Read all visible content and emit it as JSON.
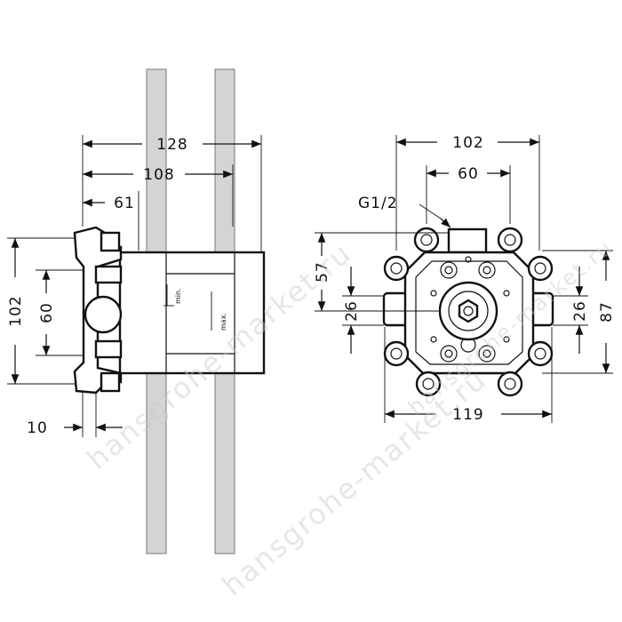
{
  "side_view": {
    "dim_overall_width": "128",
    "dim_mid_width": "108",
    "dim_body_width": "61",
    "dim_height": "102",
    "dim_inner_height": "60",
    "dim_flange": "10",
    "label_min": "min.",
    "label_max": "max."
  },
  "front_view": {
    "dim_width_top": "102",
    "dim_spacing_top": "60",
    "dim_offset_left": "57",
    "dim_outlet_left": "26",
    "dim_outlet_right": "26",
    "dim_height_right": "87",
    "dim_width_bottom": "119",
    "thread_label": "G1/2"
  },
  "watermark": {
    "text_diag1": "hansgrohe-market.ru",
    "text_diag2": "hansgrohe-market.ru",
    "text_right": "hansgrohe-market.ru"
  },
  "colors": {
    "line": "#111111",
    "wall": "#d4d4d4",
    "watermark": "#c9c9c9"
  }
}
